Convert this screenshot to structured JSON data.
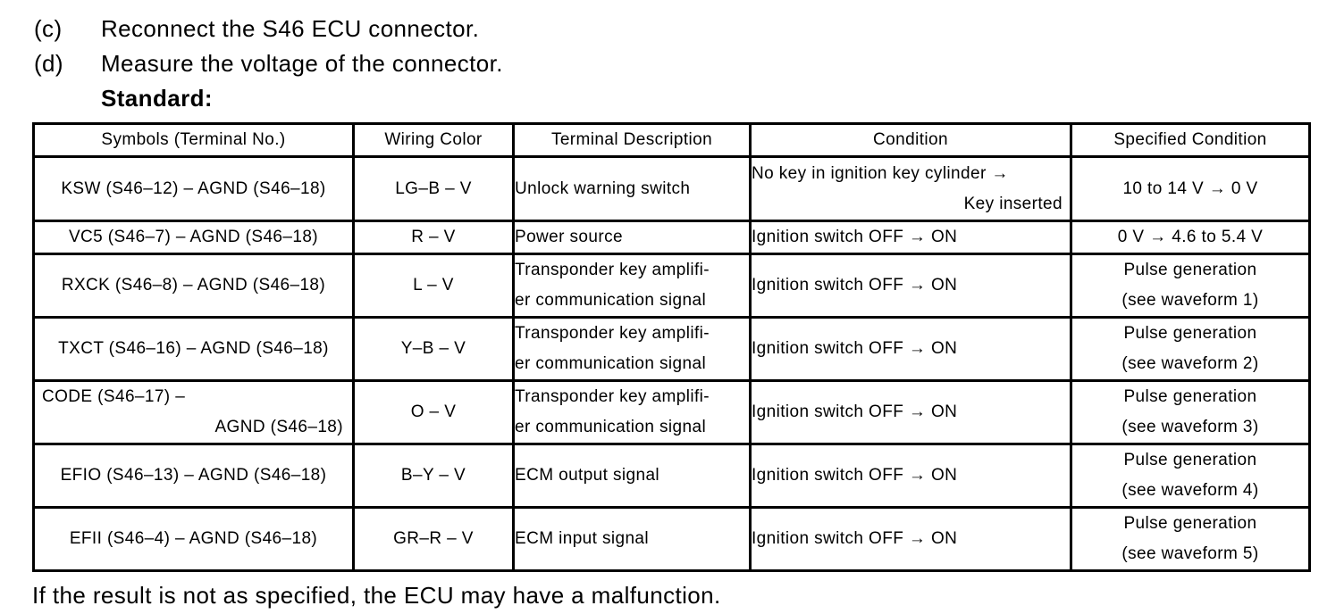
{
  "steps": [
    {
      "label": "(c)",
      "text": "Reconnect the S46 ECU connector."
    },
    {
      "label": "(d)",
      "text": "Measure the voltage of the connector."
    }
  ],
  "standard_label": "Standard:",
  "table": {
    "headers": [
      "Symbols (Terminal No.)",
      "Wiring Color",
      "Terminal Description",
      "Condition",
      "Specified Condition"
    ],
    "rows": [
      {
        "symbol": "KSW (S46–12) – AGND (S46–18)",
        "wiring_color": "LG–B – V",
        "description": "Unlock warning switch",
        "condition": "No key in ignition key cylinder →",
        "condition2": "Key inserted",
        "specified": "10 to 14 V → 0 V"
      },
      {
        "symbol": "VC5 (S46–7) – AGND (S46–18)",
        "wiring_color": "R – V",
        "description": "Power source",
        "condition": "Ignition switch OFF → ON",
        "specified": "0 V → 4.6 to 5.4 V"
      },
      {
        "symbol": "RXCK (S46–8) – AGND (S46–18)",
        "wiring_color": "L – V",
        "description": "Transponder key amplifi-",
        "description2": "er communication signal",
        "condition": "Ignition switch OFF → ON",
        "specified": "Pulse generation",
        "specified2": "(see waveform 1)"
      },
      {
        "symbol": "TXCT (S46–16) – AGND (S46–18)",
        "wiring_color": "Y–B – V",
        "description": "Transponder key amplifi-",
        "description2": "er communication signal",
        "condition": "Ignition switch OFF → ON",
        "specified": "Pulse generation",
        "specified2": "(see waveform 2)"
      },
      {
        "symbol": "CODE (S46–17) –",
        "symbol2": "AGND (S46–18)",
        "wiring_color": "O – V",
        "description": "Transponder key amplifi-",
        "description2": "er communication signal",
        "condition": "Ignition switch OFF → ON",
        "specified": "Pulse generation",
        "specified2": "(see waveform 3)"
      },
      {
        "symbol": "EFIO (S46–13) – AGND (S46–18)",
        "wiring_color": "B–Y – V",
        "description": "ECM output signal",
        "condition": "Ignition switch OFF → ON",
        "specified": "Pulse generation",
        "specified2": "(see waveform 4)"
      },
      {
        "symbol": "EFII (S46–4) – AGND (S46–18)",
        "wiring_color": "GR–R – V",
        "description": "ECM input signal",
        "condition": "Ignition switch OFF → ON",
        "specified": "Pulse generation",
        "specified2": "(see waveform 5)"
      }
    ]
  },
  "footer": "If the result is not as specified, the ECU may have a malfunction.",
  "colors": {
    "text": "#000000",
    "background": "#ffffff",
    "border": "#000000"
  }
}
